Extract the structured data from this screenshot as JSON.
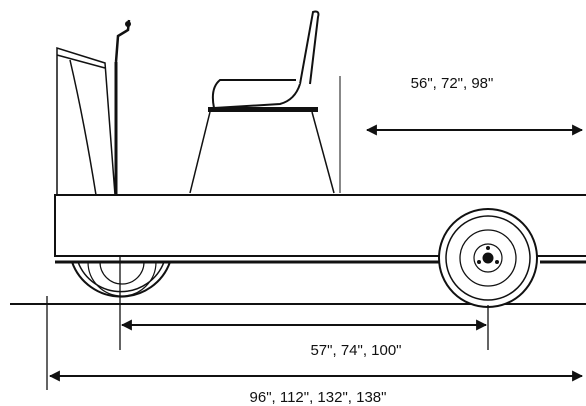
{
  "dimensions": {
    "bed_length": "56\", 72\",  98\"",
    "wheelbase": "57\", 74\", 100\"",
    "overall_length": "96\", 112\", 132\", 138\""
  },
  "colors": {
    "ink": "#111111",
    "background": "#ffffff"
  }
}
